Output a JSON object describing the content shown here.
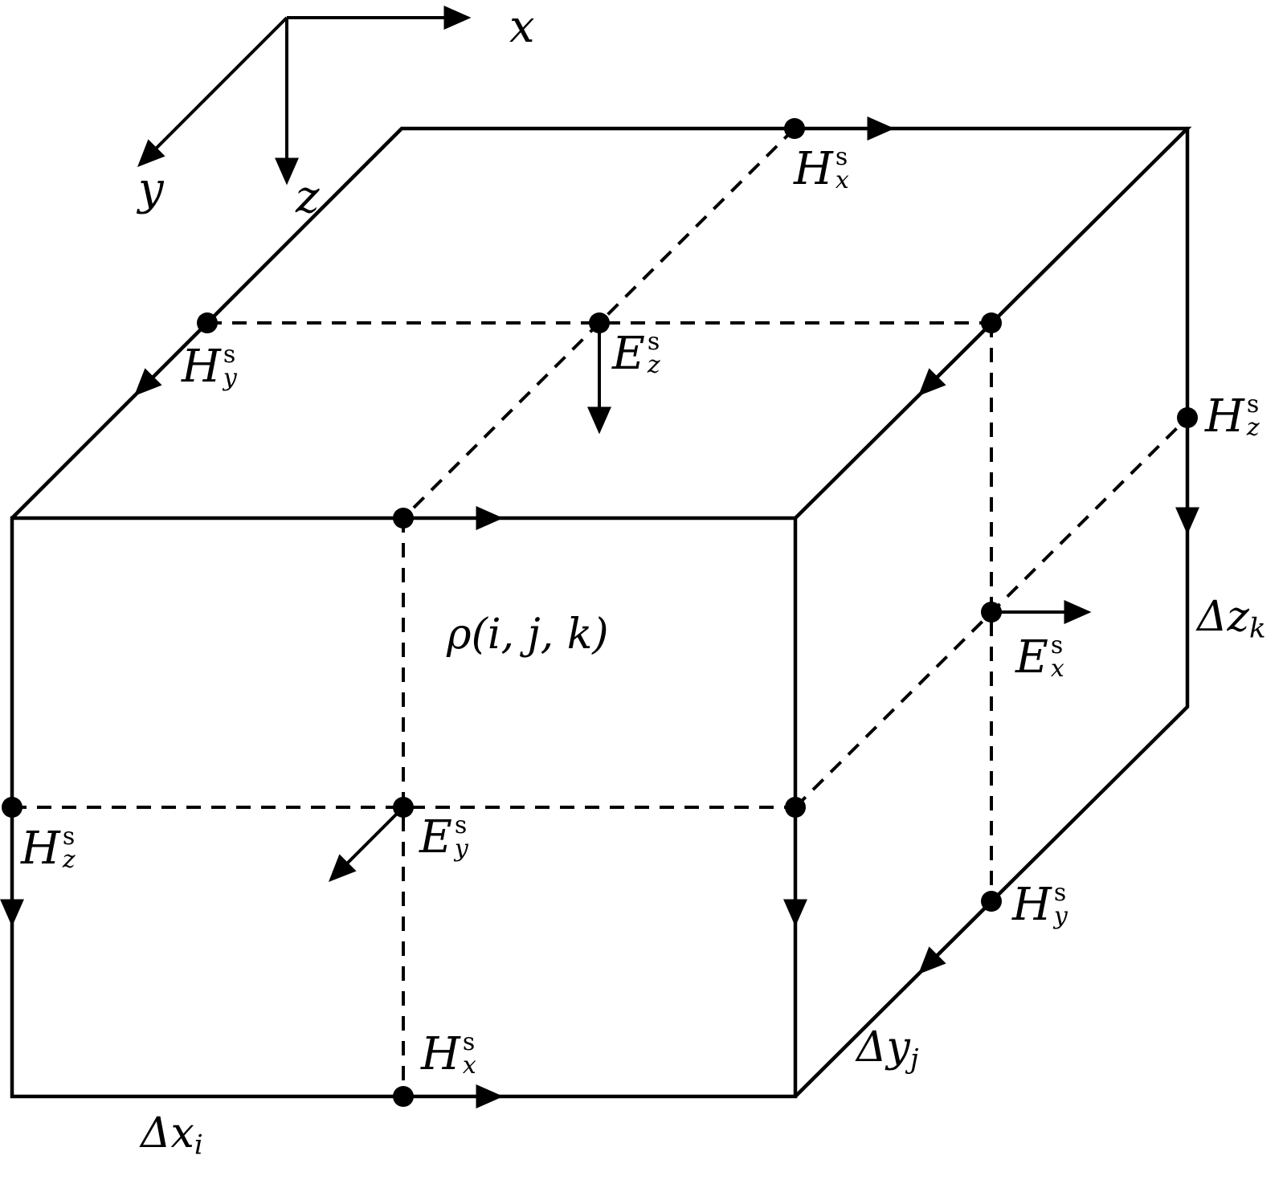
{
  "figure": {
    "description": "Yee cell unit cube with staggered electric and magnetic field sample points",
    "background_color": "#ffffff",
    "line_color": "#000000"
  },
  "axes_labels": {
    "x": "x",
    "y": "y",
    "z": "z"
  },
  "center_label": "ρ(i, j, k)",
  "dimension_labels": {
    "dx": {
      "base": "Δx",
      "sub": "i"
    },
    "dy": {
      "base": "Δy",
      "sub": "j"
    },
    "dz": {
      "base": "Δz",
      "sub": "k"
    }
  },
  "field_labels": {
    "hx_top_back": {
      "base": "H",
      "sup": "s",
      "sub": "x"
    },
    "hy_top_left": {
      "base": "H",
      "sup": "s",
      "sub": "y"
    },
    "ez_top_center": {
      "base": "E",
      "sup": "s",
      "sub": "z"
    },
    "hz_right_edge": {
      "base": "H",
      "sup": "s",
      "sub": "z"
    },
    "ex_right_center": {
      "base": "E",
      "sup": "s",
      "sub": "x"
    },
    "hy_right_bottom": {
      "base": "H",
      "sup": "s",
      "sub": "y"
    },
    "hz_left_edge": {
      "base": "H",
      "sup": "s",
      "sub": "z"
    },
    "ey_front_center": {
      "base": "E",
      "sup": "s",
      "sub": "y"
    },
    "hx_bottom_front": {
      "base": "H",
      "sup": "s",
      "sub": "x"
    }
  }
}
